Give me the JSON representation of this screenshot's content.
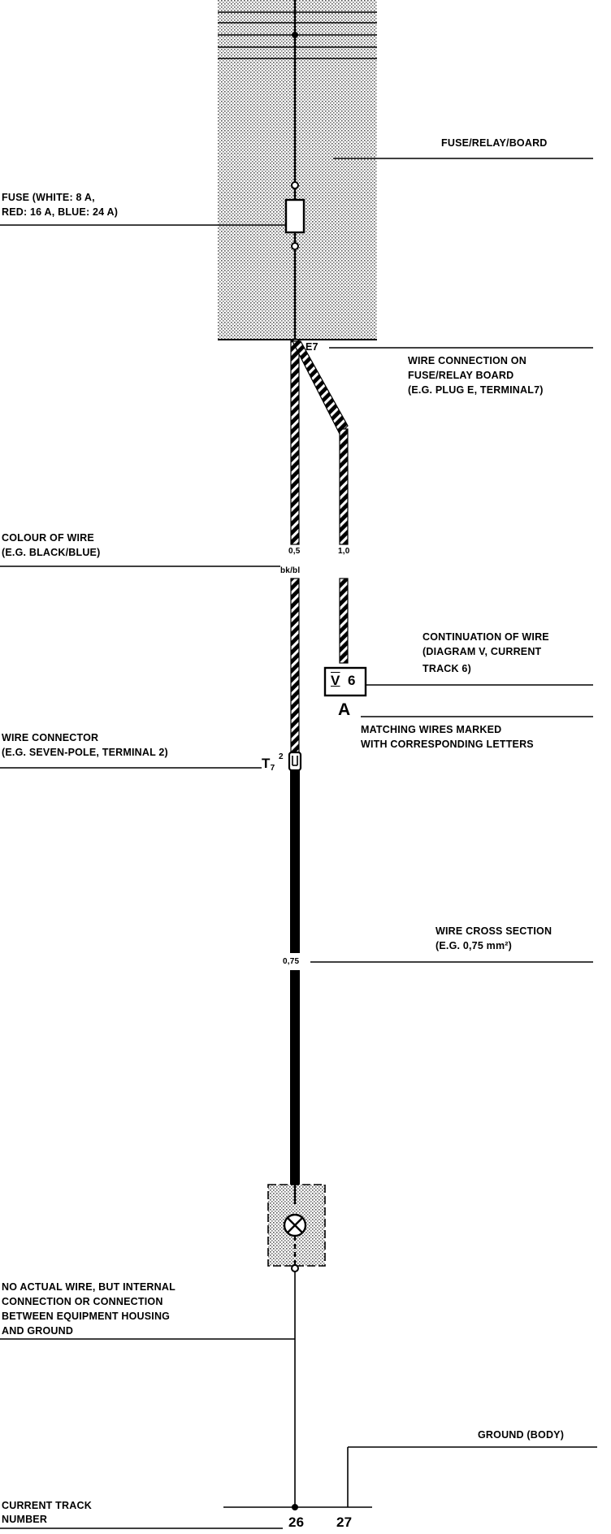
{
  "labels": {
    "fuse_relay_board": "FUSE/RELAY/BOARD",
    "fuse_line1": "FUSE (WHITE: 8 A,",
    "fuse_line2": "RED: 16 A, BLUE: 24 A)",
    "terminal_e7": "E7",
    "wire_conn_line1": "WIRE CONNECTION ON",
    "wire_conn_line2": "FUSE/RELAY BOARD",
    "wire_conn_line3": "(E.G. PLUG E, TERMINAL7)",
    "colour_line1": "COLOUR OF WIRE",
    "colour_line2": "(E.G. BLACK/BLUE)",
    "size_05": "0,5",
    "colour_code": "bk/bl",
    "size_10": "1,0",
    "continuation_line1": "CONTINUATION OF WIRE",
    "continuation_line2": "(DIAGRAM V, CURRENT",
    "continuation_line3": "TRACK 6)",
    "box_letter": "V",
    "box_number": "6",
    "letter_a": "A",
    "matching_line1": "MATCHING WIRES MARKED",
    "matching_line2": "WITH CORRESPONDING LETTERS",
    "connector_line1": "WIRE CONNECTOR",
    "connector_line2": "(E.G. SEVEN-POLE, TERMINAL 2)",
    "connector_t": "T",
    "connector_sub": "7",
    "connector_sup": "2",
    "cross_line1": "WIRE CROSS SECTION",
    "cross_line2": "(E.G. 0,75 mm²)",
    "size_075": "0,75",
    "internal_line1": "NO ACTUAL WIRE, BUT INTERNAL",
    "internal_line2": "CONNECTION OR CONNECTION",
    "internal_line3": "BETWEEN EQUIPMENT HOUSING",
    "internal_line4": "AND GROUND",
    "ground": "GROUND (BODY)",
    "track_line1": "CURRENT TRACK",
    "track_line2": "NUMBER",
    "track_26": "26",
    "track_27": "27"
  }
}
